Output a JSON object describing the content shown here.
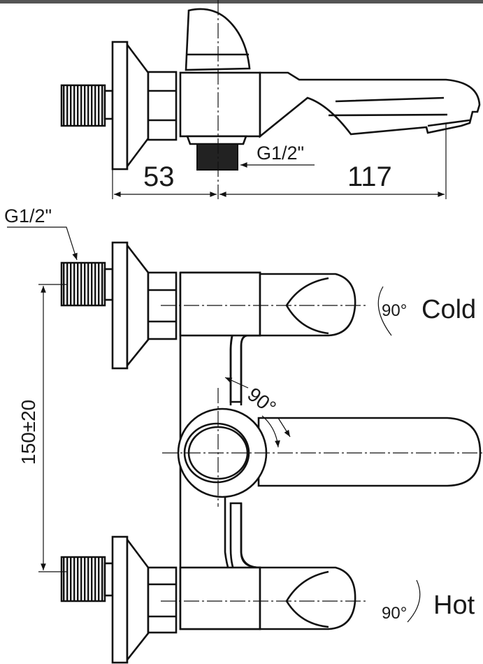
{
  "top_view": {
    "dimension_left": "53",
    "dimension_right": "117",
    "outlet_thread": "G1/2\""
  },
  "front_view": {
    "inlet_thread": "G1/2\"",
    "inlet_spacing": "150±20",
    "cold_rotation": "90°",
    "cold_label": "Cold",
    "hot_rotation": "90°",
    "hot_label": "Hot",
    "lever_rotation": "90°"
  },
  "colors": {
    "line": "#111111",
    "top_bar": "#555555"
  }
}
